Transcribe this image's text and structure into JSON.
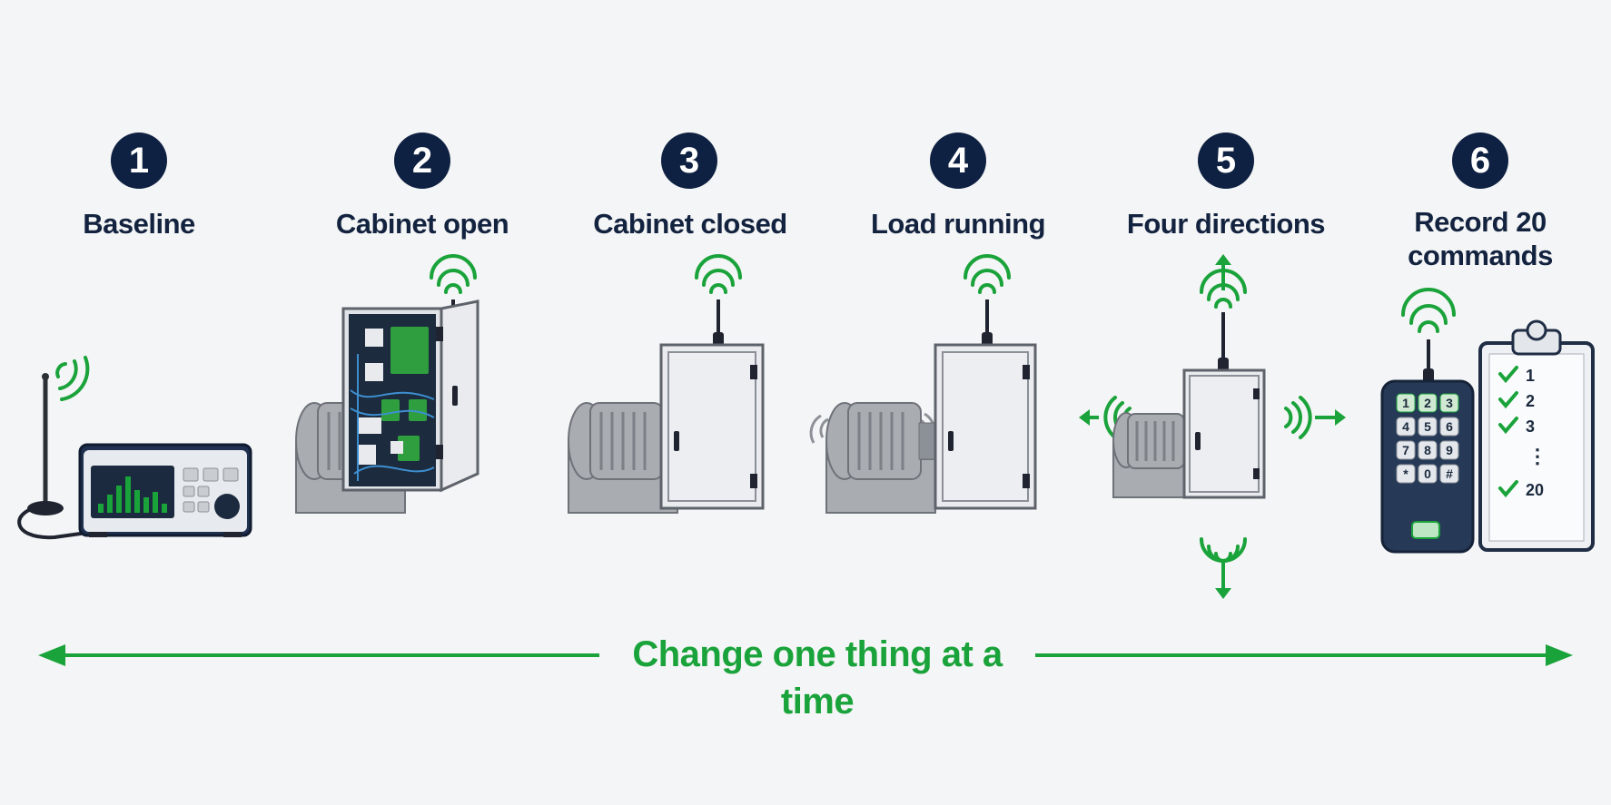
{
  "colors": {
    "navy": "#0f2142",
    "green": "#1aa33a",
    "cabinet_gray": "#e9ebee",
    "machine_gray": "#a9adb2",
    "background": "#f4f5f6"
  },
  "steps": [
    {
      "number": "1",
      "label": "Baseline",
      "icon": "radio-receiver-with-antenna-icon"
    },
    {
      "number": "2",
      "label": "Cabinet open",
      "icon": "motor-with-open-control-cabinet-icon"
    },
    {
      "number": "3",
      "label": "Cabinet closed",
      "icon": "motor-with-closed-control-cabinet-icon"
    },
    {
      "number": "4",
      "label": "Load running",
      "icon": "running-motor-with-cabinet-icon"
    },
    {
      "number": "5",
      "label": "Four directions",
      "icon": "cabinet-with-four-direction-signals-icon"
    },
    {
      "number": "6",
      "label_line1": "Record 20",
      "label_line2": "commands",
      "icon": "remote-keypad-and-clipboard-icon"
    }
  ],
  "keypad_keys": [
    "1",
    "2",
    "3",
    "4",
    "5",
    "6",
    "7",
    "8",
    "9",
    "*",
    "0",
    "#"
  ],
  "checklist": [
    "1",
    "2",
    "3",
    "⋮",
    "20"
  ],
  "banner": "Change one thing at a time"
}
